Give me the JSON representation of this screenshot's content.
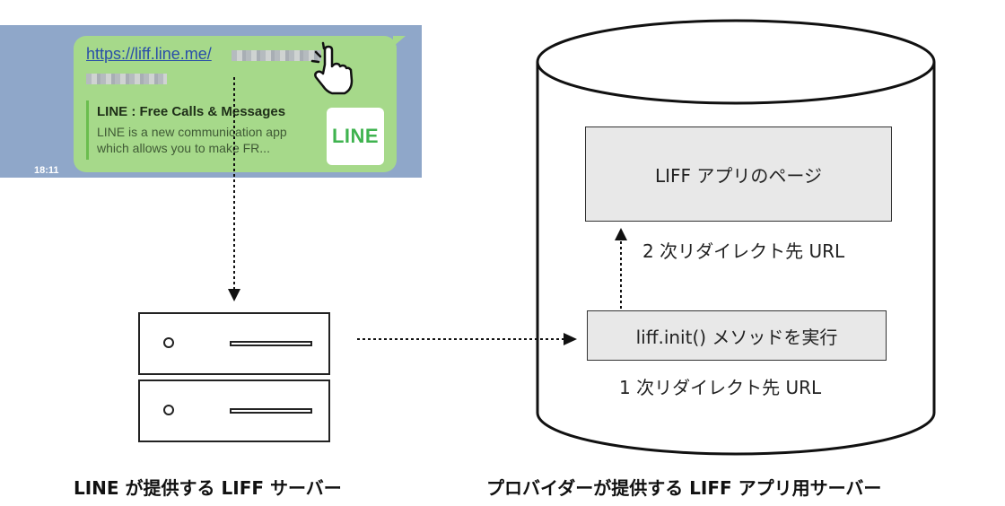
{
  "chat": {
    "url_text": "https://liff.line.me/",
    "preview_title": "LINE : Free Calls & Messages",
    "preview_desc": "LINE is a new communication app which allows you to make FR...",
    "logo_text": "LINE",
    "time": "18:11"
  },
  "diagram": {
    "liff_page_label": "LIFF アプリのページ",
    "init_label": "liff.init() メソッドを実行",
    "secondary_redirect": "2 次リダイレクト先 URL",
    "primary_redirect": "1 次リダイレクト先 URL",
    "line_server_caption": "LINE が提供する LIFF サーバー",
    "provider_server_caption": "プロバイダーが提供する LIFF アプリ用サーバー"
  },
  "colors": {
    "chat_background": "#8fa7c9",
    "bubble": "#a6d98a",
    "link": "#2a4fa8",
    "line_green": "#3fb34f",
    "box_fill": "#e8e8e8"
  }
}
